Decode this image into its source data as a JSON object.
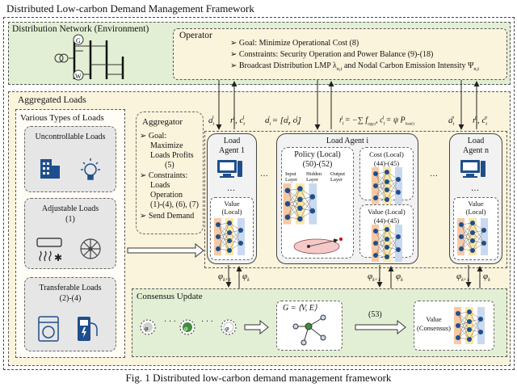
{
  "title": "Distributed Low-carbon Demand Management Framework",
  "caption": "Fig. 1 Distributed low-carbon demand management framework",
  "colors": {
    "green_bg": "#e3efd4",
    "yellow_bg": "#fbf4dc",
    "panel_bg": "#fffdf6",
    "agent_bg": "#f2f2f2",
    "icon_blue": "#1f4e8c"
  },
  "distribution": {
    "title": "Distribution Network (Environment)",
    "operator": {
      "title": "Operator",
      "items": [
        "Goal: Minimize Operational Cost (8)",
        "Constraints: Security Operation and Power Balance (9)-(18)",
        "Broadcast Distribution LMP λ",
        "and Nodal Carbon Emission Intensity Ψ"
      ],
      "subscripts": [
        "n,t",
        "n,t"
      ]
    },
    "symbols": [
      "G",
      "W"
    ]
  },
  "aggregated": {
    "title": "Aggregated Loads",
    "loads_panel": {
      "title": "Various Types of Loads",
      "uncontrollable": "Uncontrollable Loads",
      "adjustable": "Adjustable Loads",
      "adjustable_eq": "(1)",
      "transferable": "Transferable Loads",
      "transferable_eq": "(2)-(4)"
    },
    "aggregator": {
      "title": "Aggregator",
      "goal": [
        "Goal:",
        "Maximize",
        "Loads Profits",
        "(5)"
      ],
      "constraints": [
        "Constraints:",
        "Loads",
        "Operation",
        "(1)-(4), (6), (7)"
      ],
      "send": "Send Demand"
    },
    "agent1": {
      "title": [
        "Load",
        "Agent 1"
      ],
      "value": [
        "Value",
        "(Local)"
      ]
    },
    "agenti": {
      "title": "Load Agent i",
      "policy": [
        "Policy (Local)",
        "(50)-(52)"
      ],
      "layers": [
        "Input",
        "Hidden",
        "Output",
        "Layer",
        "Layer",
        "Layer"
      ],
      "cost": [
        "Cost (Local)",
        "(44)-(45)"
      ],
      "value": [
        "Value (Local)",
        "(44)-(45)"
      ]
    },
    "agentn": {
      "title": [
        "Load",
        "Agent n"
      ],
      "value": [
        "Value",
        "(Local)"
      ]
    },
    "ellipsis": "…",
    "dots": "· · ·",
    "signals": {
      "a1": "a",
      "r1": "r",
      "c1": "c",
      "ai_formula": "a",
      "ri_formula": "r",
      "an": "a",
      "rn": "r",
      "cn": "c",
      "phi": "φ"
    },
    "consensus": {
      "title": "Consensus Update",
      "graph_label": "G = ⟨V, E⟩",
      "eq": "(53)",
      "value": [
        "Value",
        "(Consensus)"
      ]
    }
  }
}
